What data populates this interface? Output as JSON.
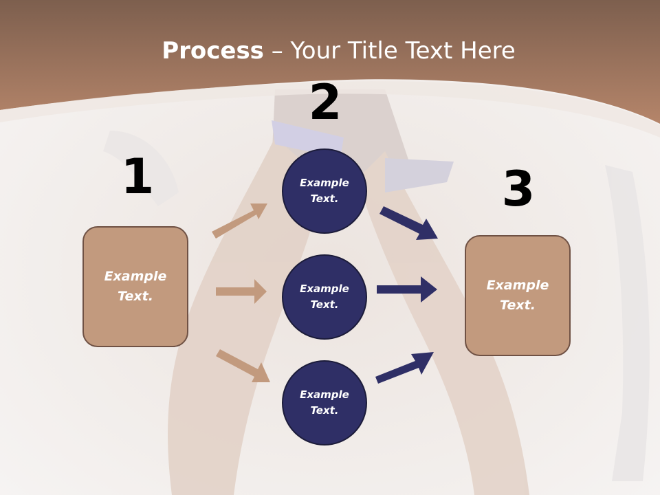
{
  "title": {
    "bold": "Process",
    "rest": " – Your Title Text Here"
  },
  "steps": {
    "one": {
      "number": "1",
      "text": "Example Text."
    },
    "two": {
      "number": "2"
    },
    "three": {
      "number": "3",
      "text": "Example Text."
    }
  },
  "circles": [
    {
      "text": "Example Text."
    },
    {
      "text": "Example Text."
    },
    {
      "text": "Example Text."
    }
  ],
  "colors": {
    "header": "#a7755a",
    "box_fill": "#c29a7e",
    "box_border": "#6f5144",
    "circle_fill": "#2f2f66",
    "left_arrow": "#c29a7e",
    "right_arrow": "#2f2f66"
  }
}
